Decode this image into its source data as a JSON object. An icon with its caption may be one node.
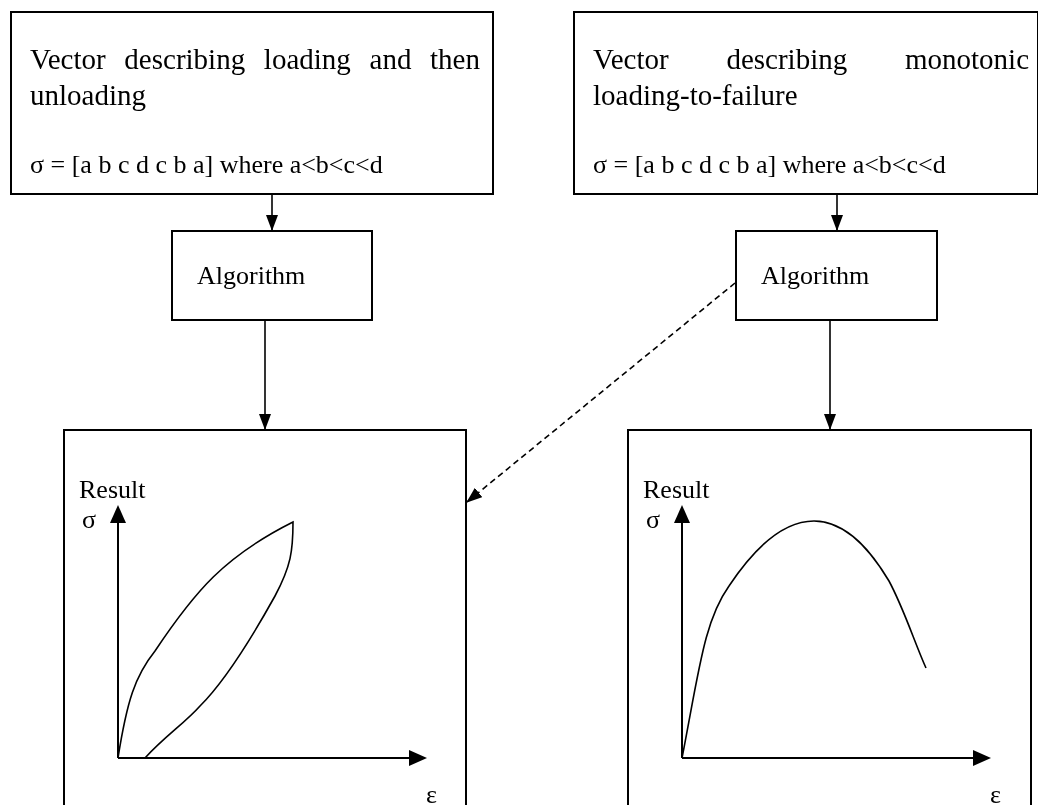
{
  "diagram": {
    "nodes": [
      {
        "text": [
          "Vector describing loading and then unloading",
          "σ = [a b c d c b a] where a<b<c<d"
        ]
      },
      {
        "text": [
          "Vector describing monotonic loading-to-failure",
          "σ = [a b c d c b a] where a<b<c<d"
        ]
      },
      {
        "text": [
          "Algorithm"
        ]
      },
      {
        "text": [
          "Algorithm"
        ]
      },
      {
        "text": [
          "Result"
        ]
      },
      {
        "text": [
          "Result"
        ]
      }
    ],
    "edges": [
      {
        "from": 0,
        "to": 2,
        "arrow": "to"
      },
      {
        "from": 1,
        "to": 3,
        "arrow": "to"
      },
      {
        "from": 2,
        "to": 4,
        "arrow": "to"
      },
      {
        "from": 3,
        "to": 5,
        "arrow": "to"
      },
      {
        "from": 3,
        "to": 4,
        "arrow": "to",
        "style": "dashed"
      }
    ],
    "labels": [
      "σ",
      "σ",
      "ε",
      "ε"
    ]
  }
}
